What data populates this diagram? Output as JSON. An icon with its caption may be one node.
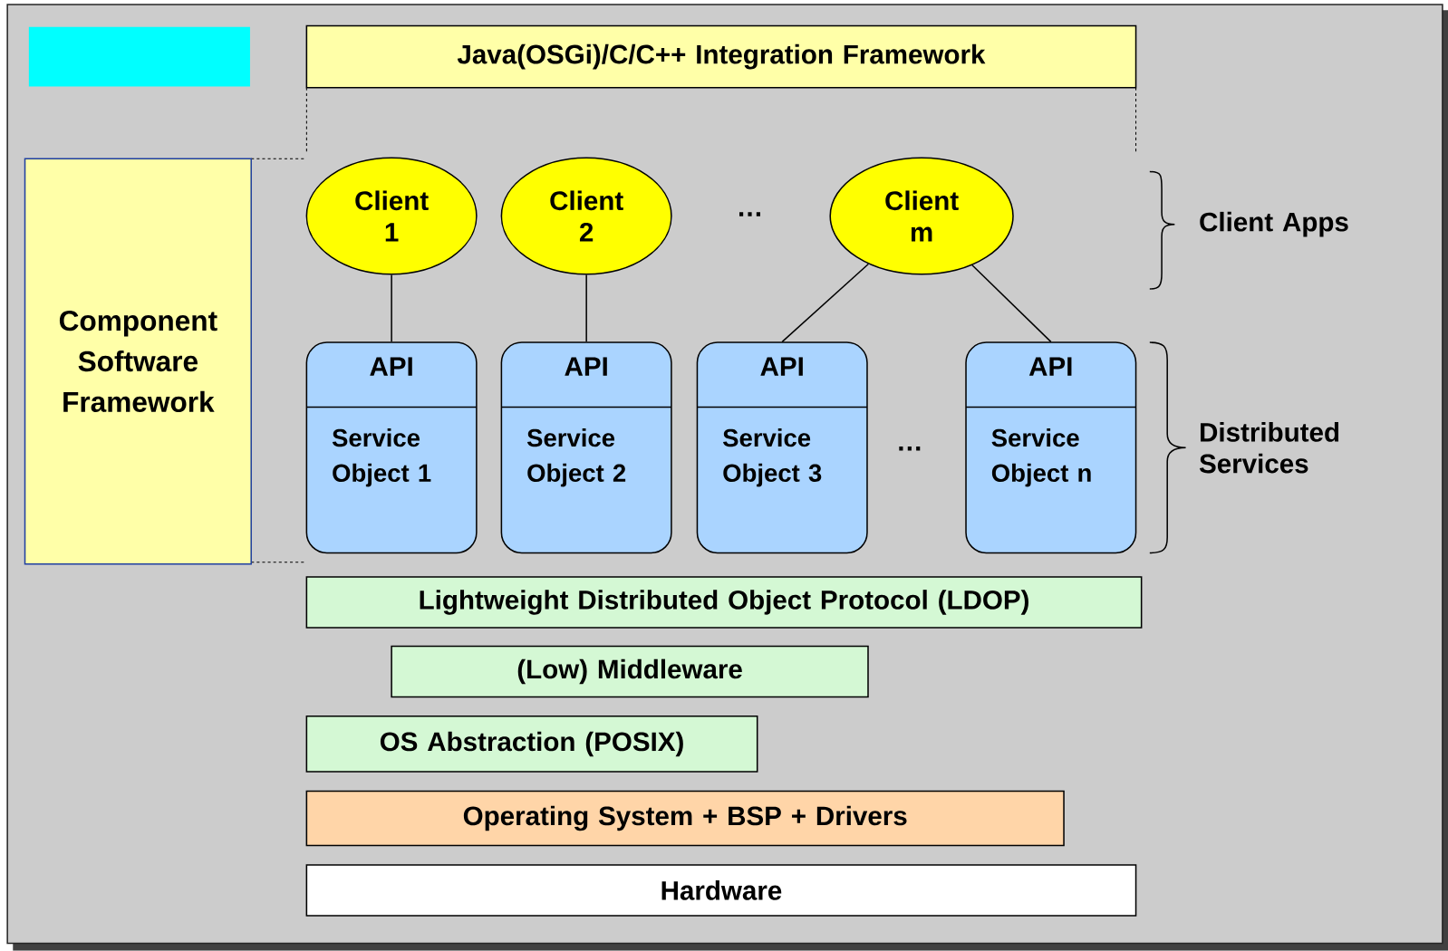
{
  "diagram": {
    "nodes": [
      {
        "text": [],
        "shape": "box"
      },
      {
        "text": [
          "Java(OSGi)/C/C++ Integration Framework"
        ]
      },
      {
        "text": [
          "Component Software Framework"
        ]
      },
      {
        "text": [
          "Client 1"
        ]
      },
      {
        "text": [
          "Client 2"
        ]
      },
      {
        "text": [
          "Client m"
        ]
      },
      {
        "text": [
          "API",
          "Service Object 1"
        ]
      },
      {
        "text": [
          "API",
          "Service Object 2"
        ]
      },
      {
        "text": [
          "API",
          "Service Object 3"
        ]
      },
      {
        "text": [
          "API",
          "Service Object n"
        ]
      },
      {
        "text": [
          "Lightweight Distributed Object Protocol (LDOP)"
        ]
      },
      {
        "text": [
          "(Low) Middleware"
        ]
      },
      {
        "text": [
          "OS Abstraction (POSIX)"
        ]
      },
      {
        "text": [
          "Operating System + BSP + Drivers"
        ]
      },
      {
        "text": [
          "Hardware"
        ]
      }
    ],
    "edges": [
      {
        "from": 3,
        "to": 6,
        "arrow": "none"
      },
      {
        "from": 4,
        "to": 7,
        "arrow": "none"
      },
      {
        "from": 5,
        "to": 8,
        "arrow": "none"
      },
      {
        "from": 5,
        "to": 9,
        "arrow": "none"
      }
    ],
    "labels": [
      "…",
      "Client Apps",
      "…",
      "Distributed Services"
    ]
  }
}
